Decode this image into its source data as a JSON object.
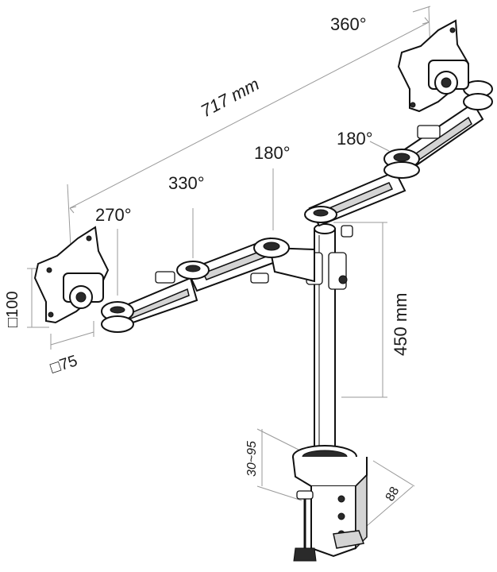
{
  "diagram": {
    "labels": {
      "top_rotation": "360°",
      "width": "717 mm",
      "right_joint": "180°",
      "center_joint": "180°",
      "left_mid_joint": "330°",
      "left_joint": "270°",
      "vesa_height": "□100",
      "vesa_width": "□75",
      "pole_height": "450 mm",
      "clamp_range": "30~95",
      "clamp_depth": "88"
    }
  }
}
